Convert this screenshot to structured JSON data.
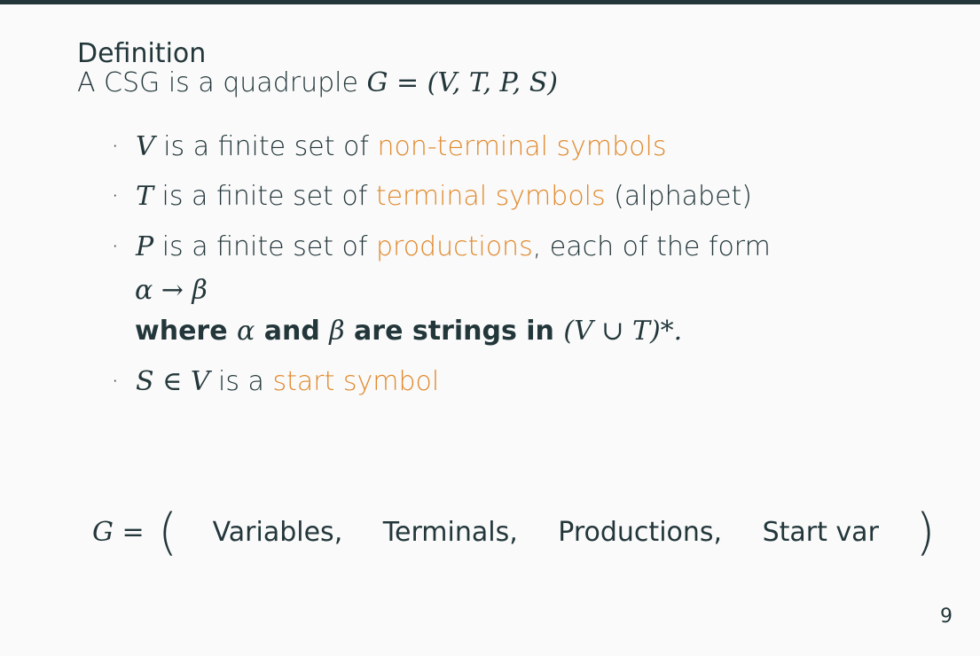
{
  "definition_block": {
    "title": "Definition",
    "intro_text": "A CSG is a quadruple ",
    "intro_math": "G = (V, T, P, S)"
  },
  "bullets": [
    {
      "bullet": "·",
      "var": "V",
      "text": " is a finite set of ",
      "highlight": "non-terminal symbols",
      "tail": ""
    },
    {
      "bullet": "·",
      "var": "T",
      "text": " is a finite set of ",
      "highlight": "terminal symbols",
      "tail": " (alphabet)"
    },
    {
      "bullet": "·",
      "var": "P",
      "text": " is a finite set of ",
      "highlight": "productions",
      "tail": ", each of the form"
    },
    {
      "bullet": "·",
      "var": "S",
      "text": " is a ",
      "highlight": "start symbol",
      "tail": ""
    }
  ],
  "production_form": "α → β",
  "where_line": {
    "where": "where ",
    "alpha": "α",
    "and": " and ",
    "beta": "β",
    "are": " are strings in ",
    "set": "(V ∪ T)*."
  },
  "s_in_v": "S ∈ V",
  "formula": {
    "lhs": "G =",
    "open_paren": "(",
    "items": [
      "Variables,",
      "Terminals,",
      "Productions,",
      "Start var"
    ],
    "close_paren": ")"
  },
  "page_number": "9",
  "colors": {
    "alert": "#e08a2e",
    "text": "#23373b",
    "background": "#fafafa"
  }
}
